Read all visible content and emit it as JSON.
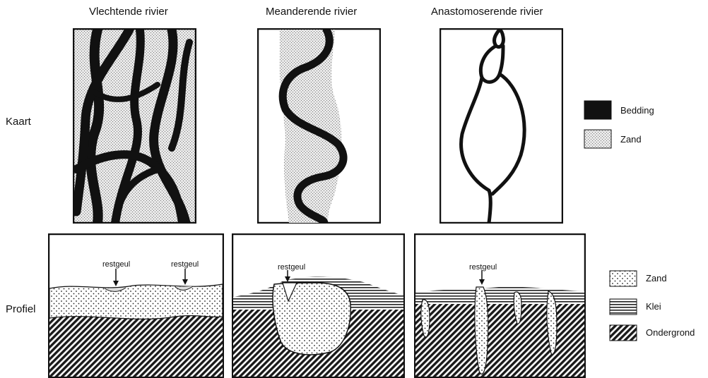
{
  "columns": {
    "braided": "Vlechtende rivier",
    "meander": "Meanderende rivier",
    "anastomose": "Anastomoserende rivier"
  },
  "rows": {
    "map": "Kaart",
    "profile": "Profiel"
  },
  "map_legend": {
    "bed": "Bedding",
    "sand": "Zand"
  },
  "profile_legend": {
    "sand": "Zand",
    "clay": "Klei",
    "subsoil": "Ondergrond"
  },
  "annotations": {
    "residual_channel": "restgeul"
  },
  "colors": {
    "ink": "#111111",
    "sand_fill": "#e3e3e3",
    "paper": "#ffffff"
  }
}
